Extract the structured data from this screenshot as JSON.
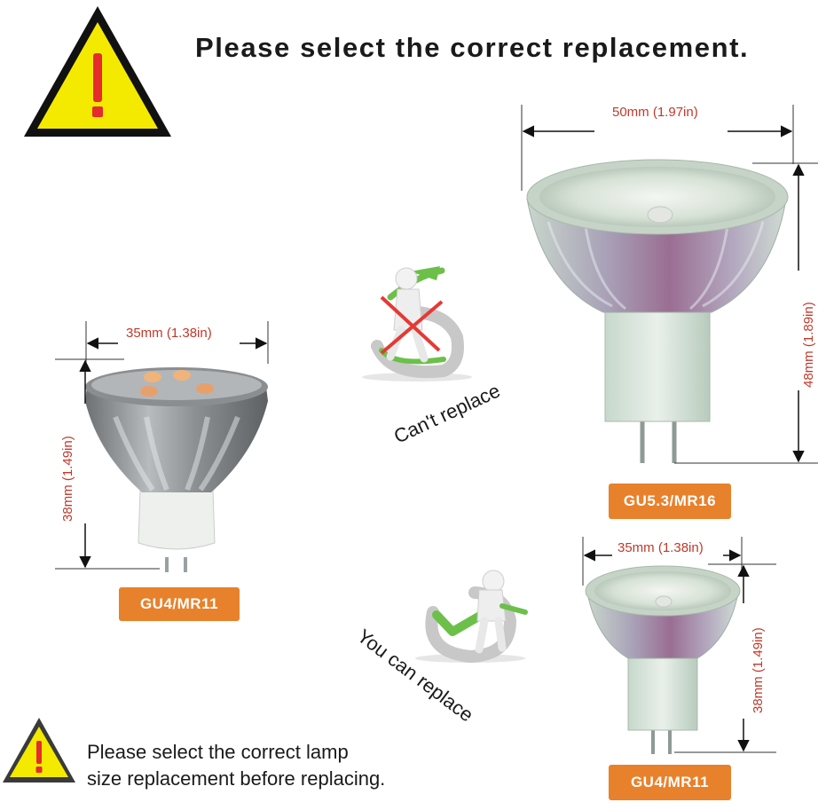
{
  "title": "Please select the correct replacement.",
  "warning_icon": "warning-triangle-icon",
  "left_bulb": {
    "width_label": "35mm (1.38in)",
    "height_label": "38mm (1.49in)",
    "type_label": "GU4/MR11"
  },
  "top_right_bulb": {
    "width_label": "50mm (1.97in)",
    "height_label": "48mm (1.89in)",
    "type_label": "GU5.3/MR16"
  },
  "bottom_right_bulb": {
    "width_label": "35mm (1.38in)",
    "height_label": "38mm (1.49in)",
    "type_label": "GU4/MR11"
  },
  "cant_replace_label": "Can't replace",
  "can_replace_label": "You can replace",
  "footer_note": {
    "line1": "Please select the correct lamp",
    "line2": "size replacement before replacing."
  },
  "colors": {
    "accent_orange": "#e8812b",
    "dimension_red": "#c0392b",
    "warning_yellow": "#f4ea00"
  }
}
